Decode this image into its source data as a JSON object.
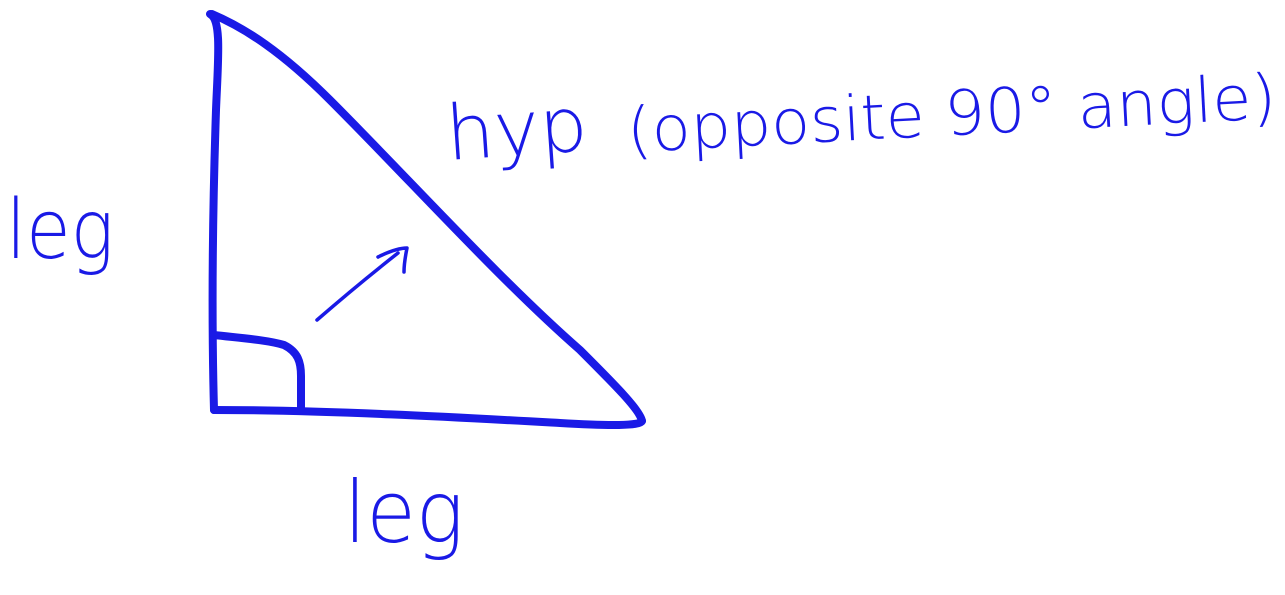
{
  "ink_color": "#1a1ae6",
  "background": "#ffffff",
  "labels": {
    "hypotenuse": "hyp",
    "hypotenuse_note": "(opposite 90° angle)",
    "vertical_leg": "leg",
    "horizontal_leg": "leg"
  },
  "shapes": {
    "triangle": "right triangle",
    "right_angle_marker": "square corner marker",
    "arrow": "arrow from right-angle marker toward hypotenuse"
  }
}
